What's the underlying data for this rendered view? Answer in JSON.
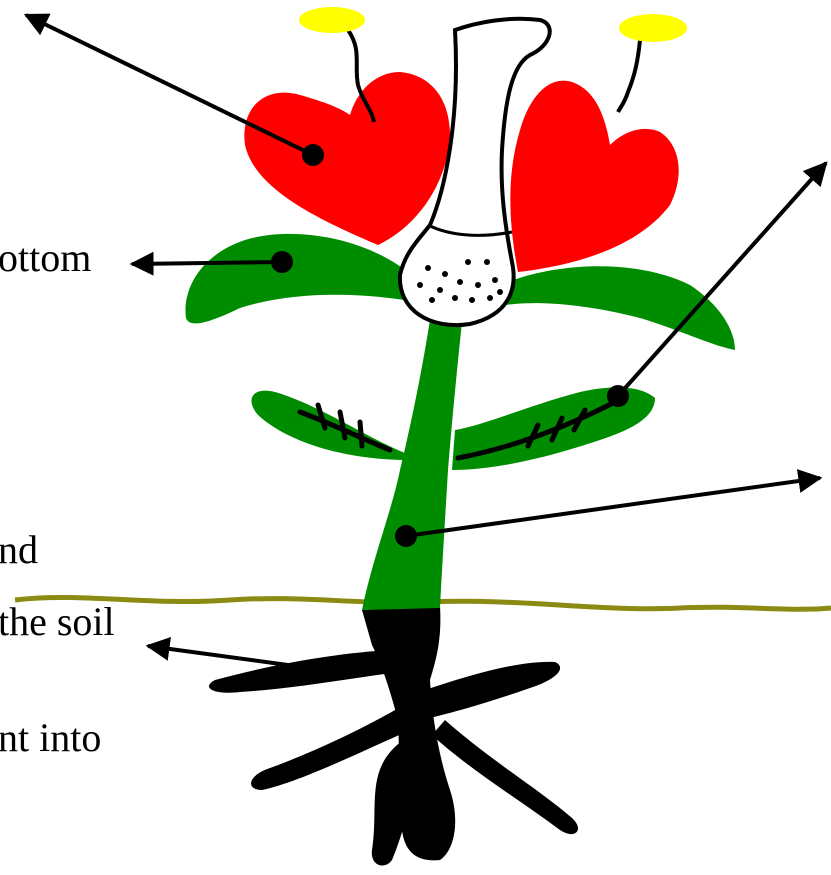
{
  "labels": {
    "petals_bottom": "ottom",
    "stem_ground": "nd",
    "roots_soil": "the soil",
    "roots_into": "nt into"
  },
  "colors": {
    "petal": "#ff0000",
    "leaf": "#008c00",
    "pollen_tip": "#ffff00",
    "roots": "#000000",
    "ground_line": "#8b8b14",
    "outline": "#000000",
    "pistil_fill": "#ffffff"
  },
  "icons": {
    "pointer": "arrow-with-dot"
  }
}
